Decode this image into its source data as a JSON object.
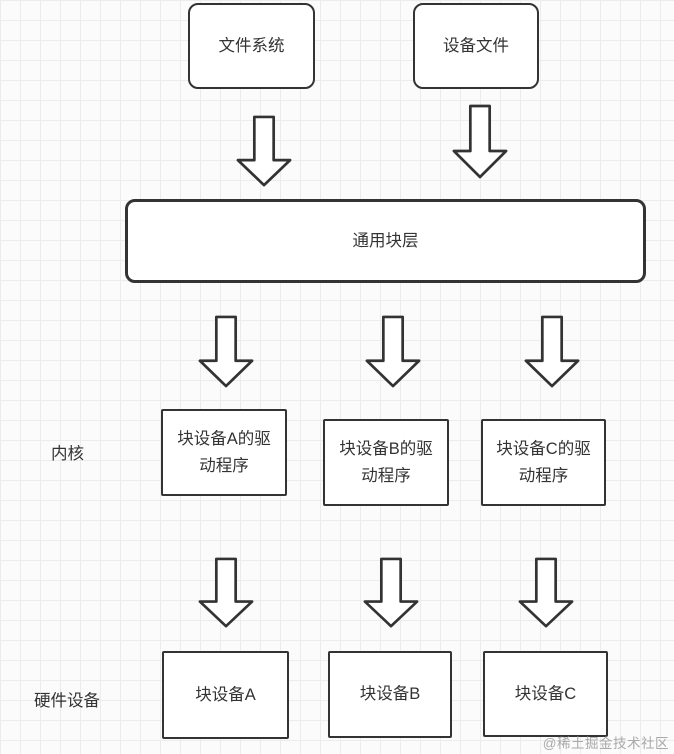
{
  "diagram": {
    "nodes": {
      "file_system": {
        "label": "文件系统"
      },
      "device_file": {
        "label": "设备文件"
      },
      "generic_block_layer": {
        "label": "通用块层"
      },
      "driver_a": {
        "label": "块设备A的驱\n动程序"
      },
      "driver_b": {
        "label": "块设备B的驱\n动程序"
      },
      "driver_c": {
        "label": "块设备C的驱\n动程序"
      },
      "block_device_a": {
        "label": "块设备A"
      },
      "block_device_b": {
        "label": "块设备B"
      },
      "block_device_c": {
        "label": "块设备C"
      }
    },
    "row_labels": {
      "kernel": "内核",
      "hardware": "硬件设备"
    },
    "watermark": "@稀土掘金技术社区",
    "colors": {
      "stroke": "#333333",
      "text": "#333333",
      "node_fill": "#ffffff",
      "background": "#fbfbfb",
      "grid_line": "#ececec",
      "watermark_text": "#a9a9a9"
    }
  }
}
